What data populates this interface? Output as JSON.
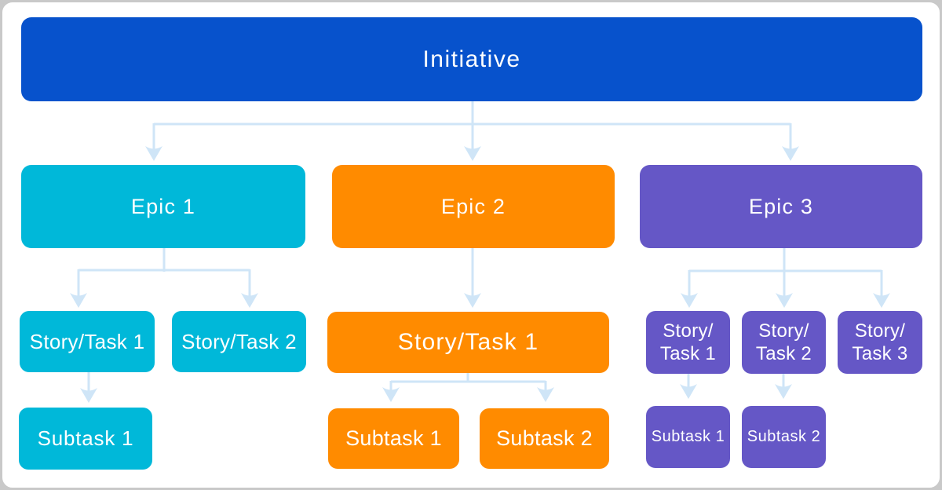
{
  "palette": {
    "initiative_blue": "#0752CC",
    "epic1_cyan": "#00B8D9",
    "epic2_orange": "#FF8B00",
    "epic3_purple": "#6557C6",
    "connector_light_blue": "#CFE5F7",
    "card_border_gray": "#C9C9C9",
    "card_background": "#FFFFFF",
    "label_text": "#FFFFFF"
  },
  "hierarchy": {
    "root": {
      "label": "Initiative"
    },
    "columns": [
      {
        "epic": {
          "label": "Epic 1"
        },
        "stories": [
          {
            "label": "Story/Task 1"
          },
          {
            "label": "Story/Task 2"
          }
        ],
        "subtasks": [
          {
            "label": "Subtask 1"
          }
        ]
      },
      {
        "epic": {
          "label": "Epic 2"
        },
        "stories": [
          {
            "label": "Story/Task 1"
          }
        ],
        "subtasks": [
          {
            "label": "Subtask 1"
          },
          {
            "label": "Subtask 2"
          }
        ]
      },
      {
        "epic": {
          "label": "Epic 3"
        },
        "stories": [
          {
            "line1": "Story/",
            "line2": "Task 1"
          },
          {
            "line1": "Story/",
            "line2": "Task 2"
          },
          {
            "line1": "Story/",
            "line2": "Task 3"
          }
        ],
        "subtasks": [
          {
            "label": "Subtask 1"
          },
          {
            "label": "Subtask 2"
          }
        ]
      }
    ]
  }
}
